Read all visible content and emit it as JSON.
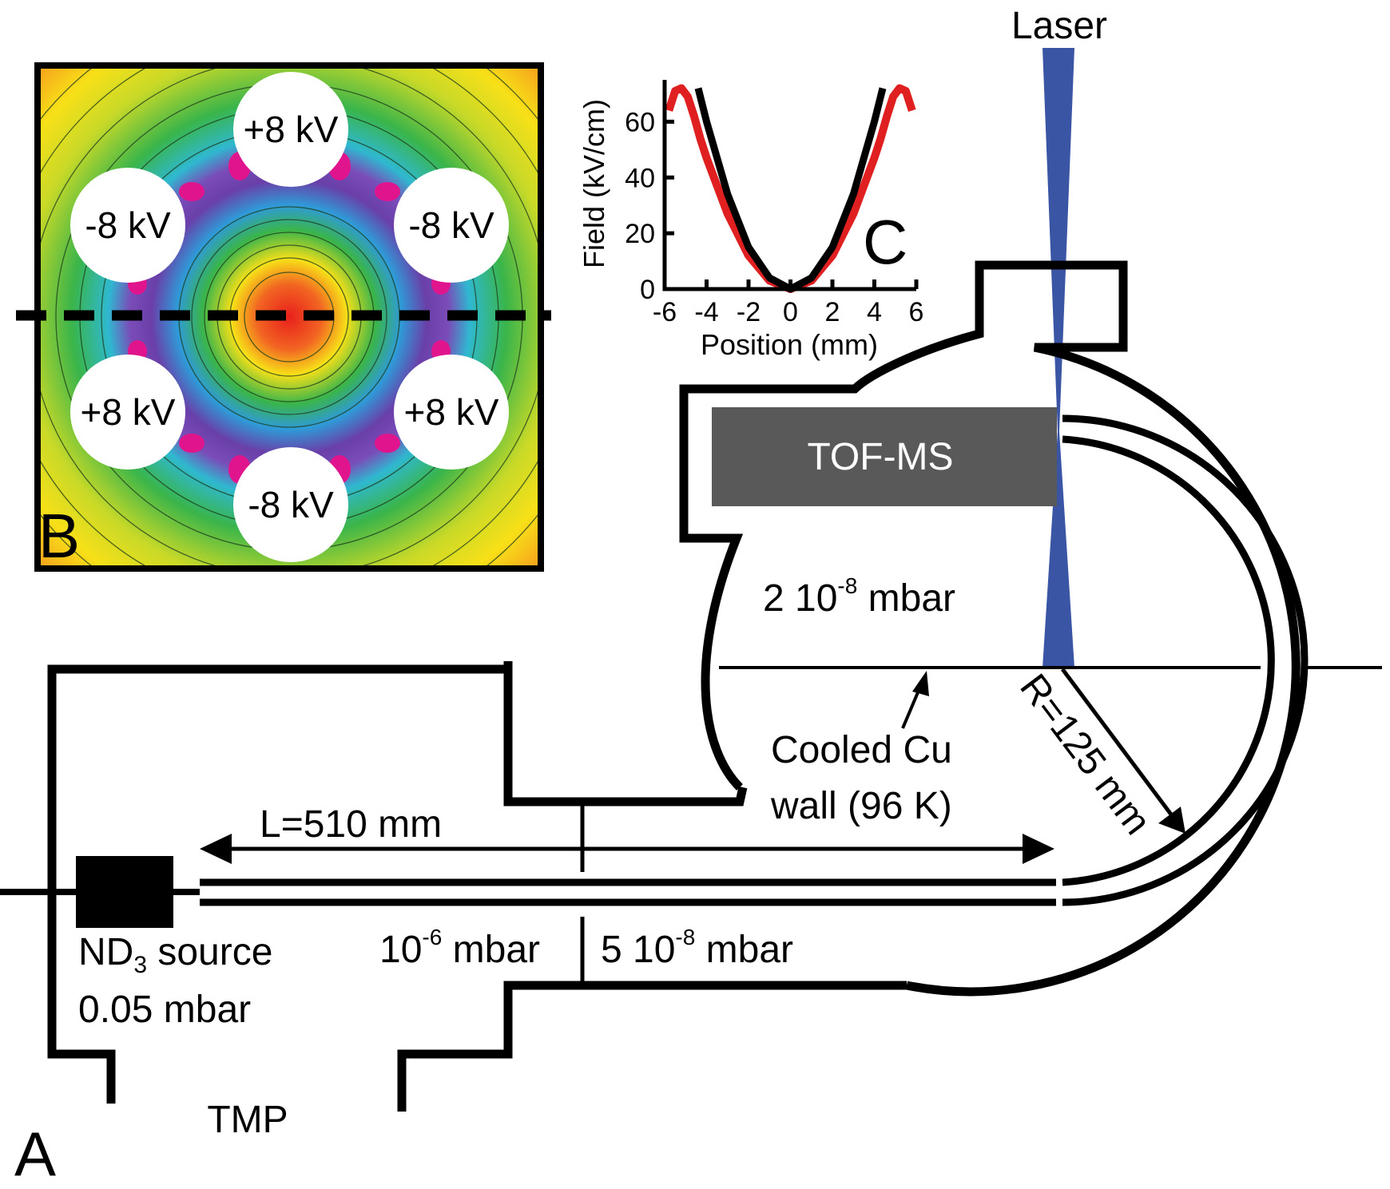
{
  "panels": {
    "a": "A",
    "b": "B",
    "c": "C"
  },
  "apparatus": {
    "laser": "Laser",
    "tof_ms": "TOF-MS",
    "source_label": "ND",
    "source_subscript": "3",
    "source_suffix": " source",
    "source_pressure": "0.05 mbar",
    "pump": "TMP",
    "length": "L=510 mm",
    "radius": "R=125 mm",
    "cooled_wall_line1": "Cooled Cu",
    "cooled_wall_line2": "wall (96 K)",
    "p_chamber_prefix": "2 10",
    "p_chamber_exp": "-8",
    "p_chamber_unit": " mbar",
    "p_source_prefix": "10",
    "p_source_exp": "-6",
    "p_source_unit": " mbar",
    "p_guide_prefix": "5 10",
    "p_guide_exp": "-8",
    "p_guide_unit": " mbar"
  },
  "electrodes": {
    "top": "+8 kV",
    "upper_left": "-8 kV",
    "upper_right": "-8 kV",
    "lower_left": "+8 kV",
    "lower_right": "+8 kV",
    "bottom": "-8 kV"
  },
  "colors": {
    "laser": "#3b55a5",
    "tof": "#595959",
    "red_curve": "#e02020",
    "map_center": "#e8201c",
    "map_mid": "#3ab54a",
    "map_low": "#6a3fa8",
    "map_edge": "#f7941d"
  },
  "chart_data": {
    "type": "line",
    "xlabel": "Position (mm)",
    "ylabel": "Field (kV/cm)",
    "xlim": [
      -6,
      6
    ],
    "ylim": [
      0,
      75
    ],
    "xticks": [
      "-6",
      "-4",
      "-2",
      "0",
      "2",
      "4",
      "6"
    ],
    "yticks": [
      "0",
      "20",
      "40",
      "60"
    ],
    "series": [
      {
        "color": "red",
        "x": [
          -5.8,
          -5.5,
          -5.2,
          -4.9,
          -4.6,
          -4.3,
          -4.0,
          -3.0,
          -2.0,
          -1.0,
          0,
          1.0,
          2.0,
          3.0,
          4.0,
          4.3,
          4.6,
          4.9,
          5.2,
          5.5,
          5.8
        ],
        "y": [
          64,
          71,
          72,
          69,
          62,
          54,
          47,
          27,
          12,
          3,
          0,
          3,
          12,
          27,
          47,
          54,
          62,
          69,
          72,
          71,
          64
        ]
      },
      {
        "color": "black",
        "x": [
          -4.4,
          -4.0,
          -3.0,
          -2.0,
          -1.0,
          0,
          1.0,
          2.0,
          3.0,
          4.0,
          4.4
        ],
        "y": [
          72,
          60,
          34,
          15,
          4,
          0,
          4,
          15,
          34,
          60,
          72
        ]
      }
    ]
  }
}
